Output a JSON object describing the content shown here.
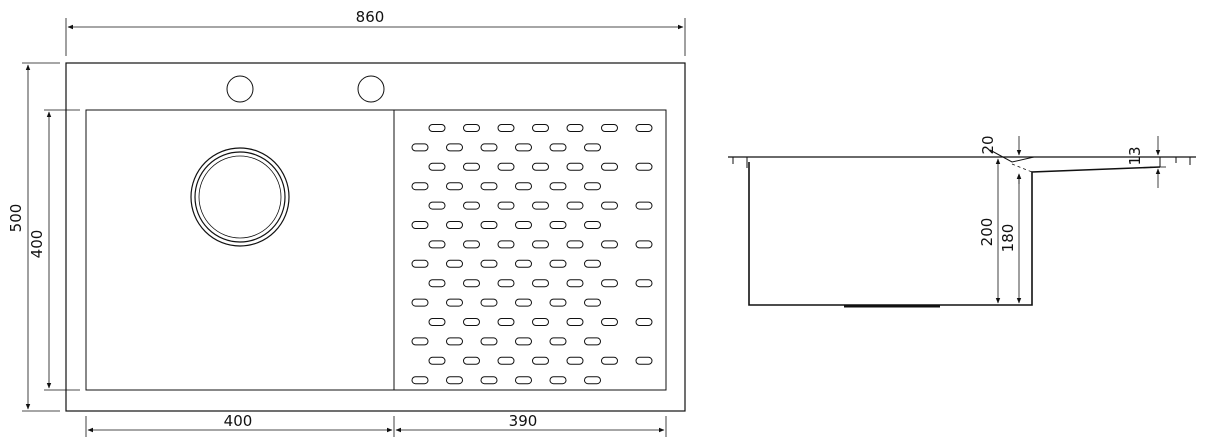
{
  "dimensions": {
    "overall_width": "860",
    "overall_depth": "500",
    "bowl_depth": "400",
    "bowl_width": "400",
    "drainer_width": "390",
    "bowl_height": "200",
    "inner_height": "180",
    "rim_offset": "20",
    "drainer_step": "13"
  },
  "drainer": {
    "rows": 14,
    "odd_row_slots": 7,
    "even_row_slots": 6
  }
}
